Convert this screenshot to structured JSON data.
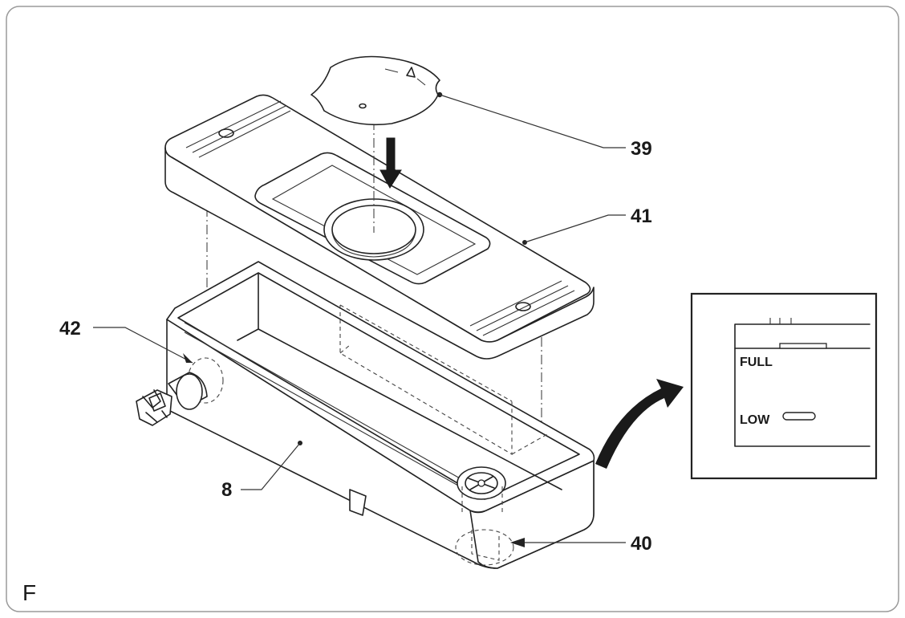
{
  "diagram": {
    "panel_label": "F",
    "callouts": {
      "c39": "39",
      "c41": "41",
      "c42": "42",
      "c8": "8",
      "c40": "40"
    },
    "inset": {
      "full_label": "FULL",
      "low_label": "LOW"
    }
  }
}
